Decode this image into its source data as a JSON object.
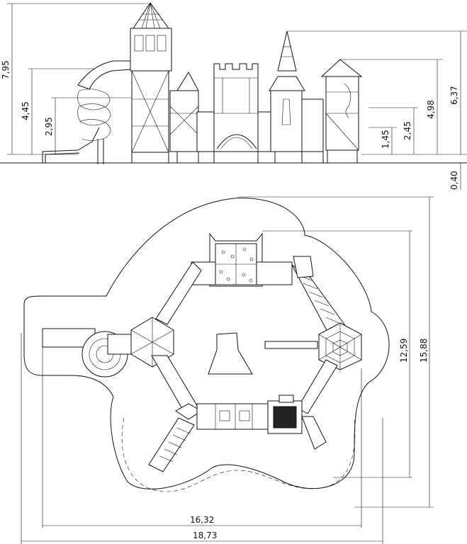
{
  "elevation_dimensions": {
    "total_height": "7,95",
    "slide_platform": "4,45",
    "tower_platform": "2,95",
    "right_platform_low": "1,45",
    "right_platform_mid": "2,45",
    "right_tower": "4,98",
    "right_peak": "6,37",
    "ground_offset": "0,40"
  },
  "plan_dimensions": {
    "width_inner": "16,32",
    "width_outer": "18,73",
    "depth_inner": "12,59",
    "depth_outer": "15,88"
  },
  "colors": {
    "line": "#111111",
    "background": "#ffffff"
  }
}
